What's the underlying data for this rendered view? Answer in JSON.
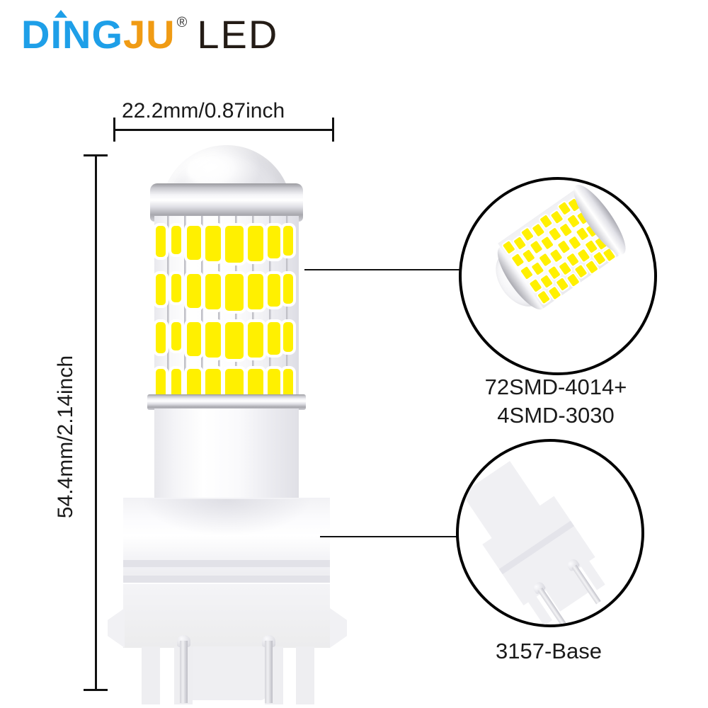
{
  "brand": {
    "word_primary": "DING",
    "word_secondary": "JU",
    "registered_mark": "®",
    "suffix": "LED",
    "color_primary": "#1E9FE8",
    "color_secondary": "#F09B14",
    "color_suffix": "#241C16"
  },
  "dimensions": {
    "width_label": "22.2mm/0.87inch",
    "height_label": "54.4mm/2.14inch"
  },
  "callouts": [
    {
      "id": "led-array",
      "label_line1": "72SMD-4014+",
      "label_line2": "4SMD-3030"
    },
    {
      "id": "base",
      "label_line1": "3157-Base"
    }
  ],
  "product": {
    "led_chip_color": "#FFF000",
    "body_color": "#FFFFFF",
    "chrome_color": "#C9C9CF",
    "led_rows": 4,
    "led_columns": 9
  }
}
